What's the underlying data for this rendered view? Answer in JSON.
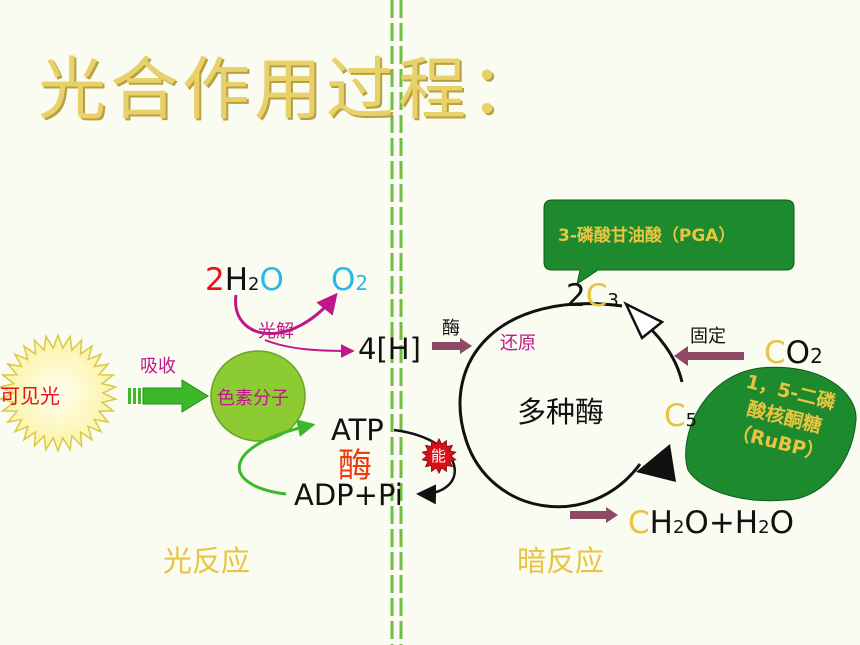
{
  "title": "光合作用过程：",
  "light_reaction": {
    "label": "光反应",
    "visible_light": "可见光",
    "absorb": "吸收",
    "pigment": "色素分子",
    "water_coef": "2",
    "water_h": "H",
    "water_sub": "2",
    "water_o": "O",
    "oxygen_o": "O",
    "oxygen_sub": "2",
    "photolysis": "光解",
    "hydrogen": "4[H]",
    "atp": "ATP",
    "enzyme": "酶",
    "adp": "ADP+Pi",
    "energy_badge": "能"
  },
  "dark_reaction": {
    "label": "暗反应",
    "enzyme_arrow": "酶",
    "reduction": "还原",
    "multi_enzyme": "多种酶",
    "fixation": "固定",
    "pga_box": "3-磷酸甘油酸（PGA）",
    "c3_coef": "2",
    "c3_c": "C",
    "c3_sub": "3",
    "co2_c": "C",
    "co2_o": "O",
    "co2_sub": "2",
    "c5_c": "C",
    "c5_sub": "5",
    "rubp_line1": "1，5-二磷",
    "rubp_line2": "酸核酮糖",
    "rubp_line3": "（RuBP）",
    "product_c": "C",
    "product_h1": "H",
    "product_sub1": "2",
    "product_mid": "O+H",
    "product_sub2": "2",
    "product_o": "O"
  },
  "colors": {
    "title": "#E8D16A",
    "red": "#E8111A",
    "cyan": "#2AB8E8",
    "magenta": "#C0168C",
    "gold": "#E8C440",
    "green_arrow": "#3DB82A",
    "pigment_fill": "#8DCB32",
    "box_green": "#1E8A2E",
    "badge_red": "#D9101A",
    "maroon_arrow": "#8E4A64",
    "divider": "#6FBE44"
  }
}
